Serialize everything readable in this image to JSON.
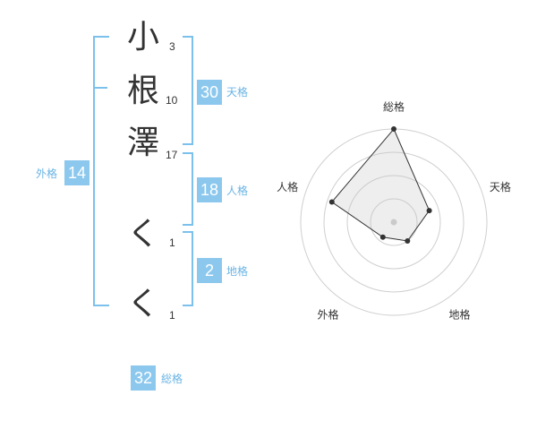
{
  "name_chars": [
    {
      "char": "小",
      "strokes": "3"
    },
    {
      "char": "根",
      "strokes": "10"
    },
    {
      "char": "澤",
      "strokes": "17"
    },
    {
      "char": "く",
      "strokes": "1"
    },
    {
      "char": "く",
      "strokes": "1"
    }
  ],
  "fortunes": {
    "tenkaku": {
      "value": "30",
      "label": "天格"
    },
    "jinkaku": {
      "value": "18",
      "label": "人格"
    },
    "chikaku": {
      "value": "2",
      "label": "地格"
    },
    "gaikaku": {
      "value": "14",
      "label": "外格"
    },
    "soukaku": {
      "value": "32",
      "label": "総格"
    }
  },
  "colors": {
    "accent": "#8cc8ee",
    "label": "#6ab4e4",
    "text": "#333333"
  },
  "chart_data": {
    "type": "radar",
    "axes": [
      "総格",
      "天格",
      "地格",
      "外格",
      "人格"
    ],
    "values": [
      5,
      2,
      1.25,
      1,
      3.5
    ],
    "max": 5,
    "rings": 4
  }
}
